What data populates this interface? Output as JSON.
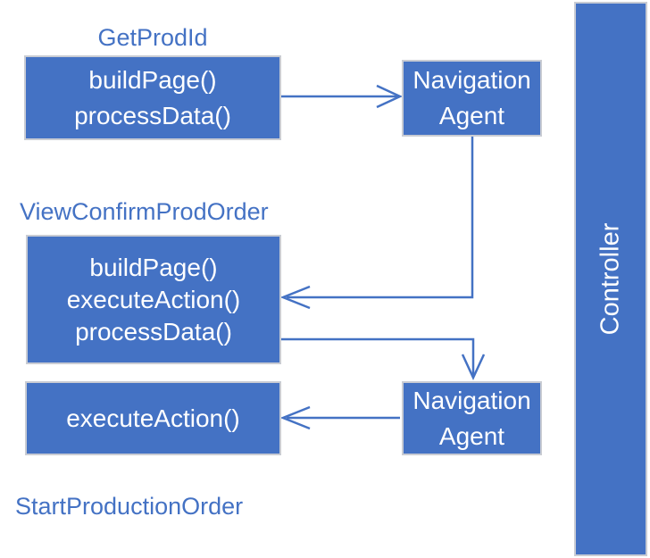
{
  "diagram": {
    "pages": [
      {
        "title": "GetProdId",
        "methods": [
          "buildPage()",
          "processData()"
        ]
      },
      {
        "title": "ViewConfirmProdOrder",
        "methods": [
          "buildPage()",
          "executeAction()",
          "processData()"
        ]
      },
      {
        "title": "StartProductionOrder",
        "methods": [
          "executeAction()"
        ]
      }
    ],
    "agents": [
      {
        "line1": "Navigation",
        "line2": "Agent"
      },
      {
        "line1": "Navigation",
        "line2": "Agent"
      }
    ],
    "controller": {
      "label": "Controller"
    },
    "connectors": [
      {
        "from": "GetProdId box",
        "to": "Navigation Agent (top)",
        "direction": "right"
      },
      {
        "from": "Navigation Agent (top)",
        "to": "ViewConfirmProdOrder box",
        "direction": "down-then-left"
      },
      {
        "from": "ViewConfirmProdOrder box",
        "to": "Navigation Agent (bottom)",
        "direction": "right-then-down"
      },
      {
        "from": "Navigation Agent (bottom)",
        "to": "executeAction box",
        "direction": "left"
      }
    ],
    "colors": {
      "box_fill": "#4472C4",
      "box_border": "#C9CCD3",
      "connector_line": "#4472C4",
      "label_text": "#4472C4",
      "box_text": "#FFFFFF",
      "background": "#FFFFFF"
    }
  }
}
